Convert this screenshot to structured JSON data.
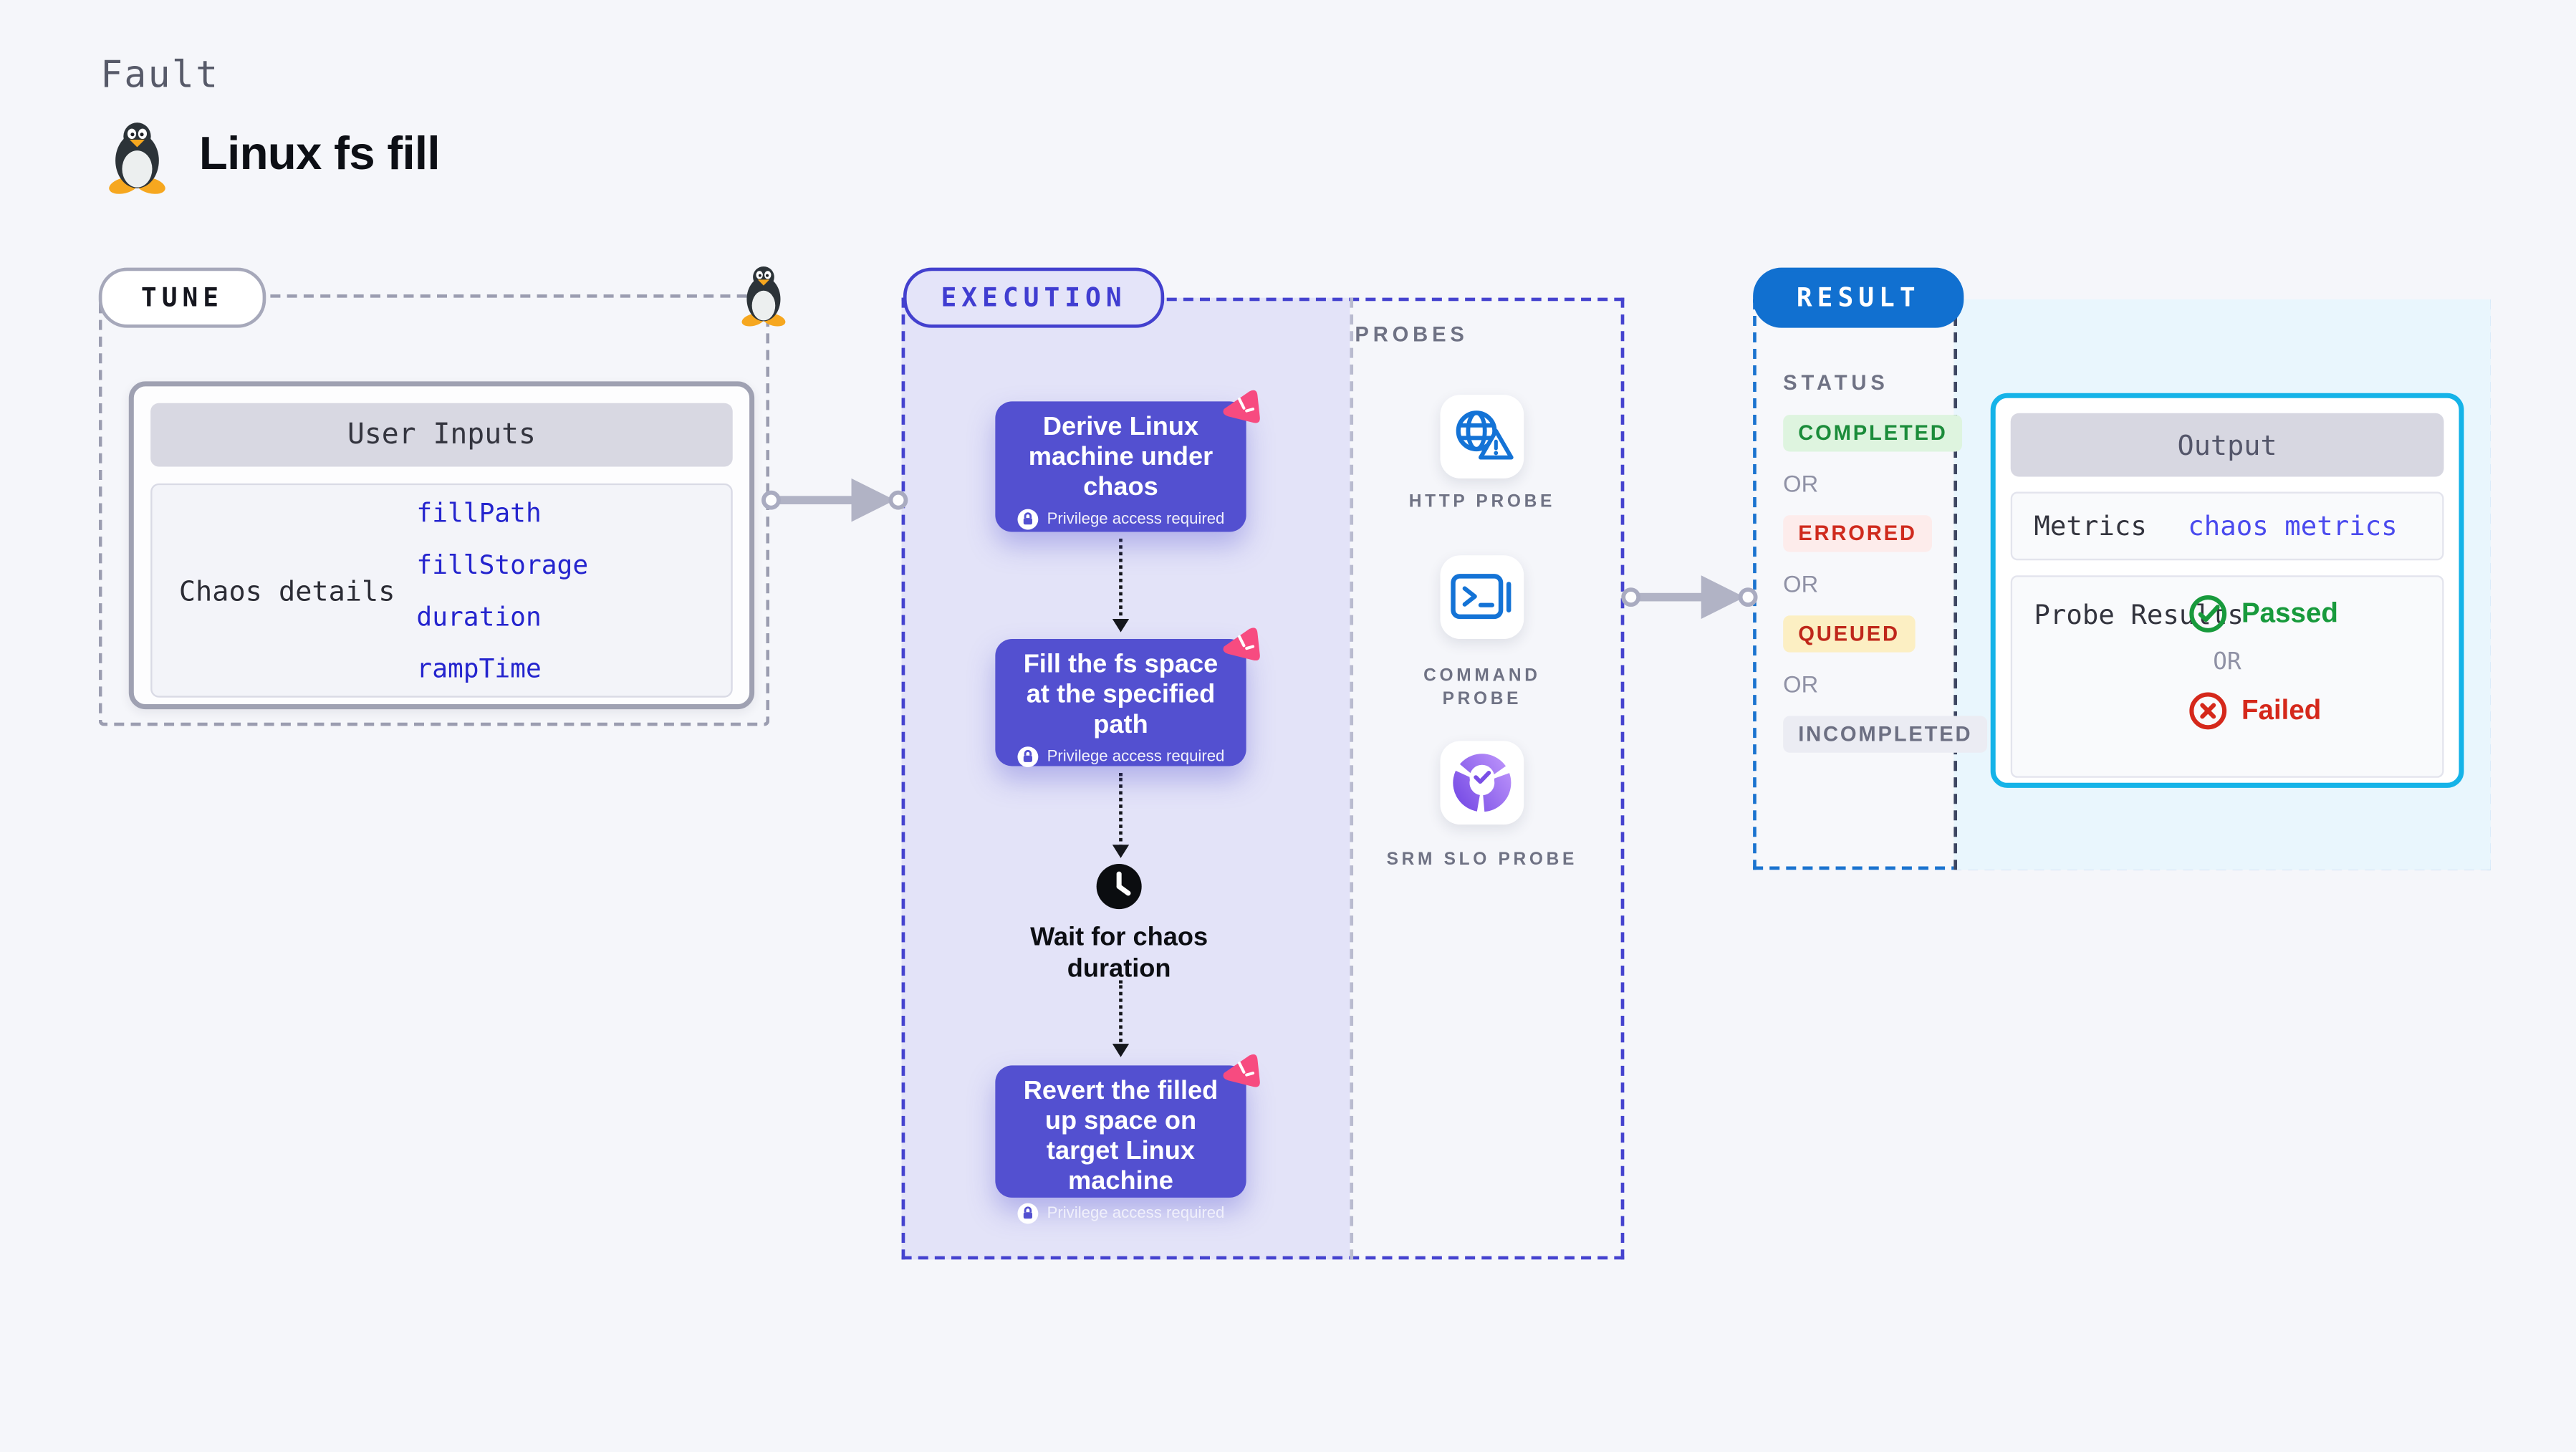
{
  "header": {
    "eyebrow": "Fault",
    "title": "Linux fs fill"
  },
  "tune": {
    "label": "TUNE",
    "card": {
      "title": "User Inputs",
      "row_label": "Chaos details",
      "values": [
        "fillPath",
        "fillStorage",
        "duration",
        "rampTime"
      ]
    }
  },
  "execution": {
    "label": "EXECUTION",
    "privilege_label": "Privilege access required",
    "steps": [
      {
        "title": "Derive Linux machine under chaos"
      },
      {
        "title": "Fill the fs space at the specified path"
      },
      {
        "title": "Revert the filled up space on target Linux machine"
      }
    ],
    "wait_label": "Wait for chaos duration"
  },
  "probes": {
    "label": "PROBES",
    "items": [
      {
        "label": "HTTP PROBE"
      },
      {
        "label": "COMMAND PROBE"
      },
      {
        "label": "SRM SLO PROBE"
      }
    ]
  },
  "result": {
    "label": "RESULT",
    "status": {
      "heading": "STATUS",
      "or_label": "OR",
      "badges": [
        "COMPLETED",
        "ERRORED",
        "QUEUED",
        "INCOMPLETED"
      ]
    },
    "output": {
      "title": "Output",
      "metrics_label": "Metrics",
      "metrics_value": "chaos metrics",
      "probe_results_label": "Probe Results",
      "passed_label": "Passed",
      "or_label": "OR",
      "failed_label": "Failed"
    }
  },
  "colors": {
    "page_bg": "#f5f6fa",
    "step_purple": "#5350d0",
    "execution_lavender": "#e3e3f8",
    "execution_border": "#4543cf",
    "tune_border": "#9b9db0",
    "result_border": "#1a73cf",
    "result_pill_blue": "#1170d0",
    "result_cyan_bg": "#e9f6fd",
    "output_border": "#15b3e8",
    "completed_green": "#1b8c3a",
    "errored_red": "#cf2a1d",
    "queued_amber_bg": "#fcefc3",
    "passed_green": "#189a3c",
    "failed_red": "#d5281b",
    "link_indigo": "#4a4aee",
    "probe_icon_blue": "#1473d6",
    "litmus_pink": "#f74b80",
    "connector_gray": "#b1b3c5"
  }
}
